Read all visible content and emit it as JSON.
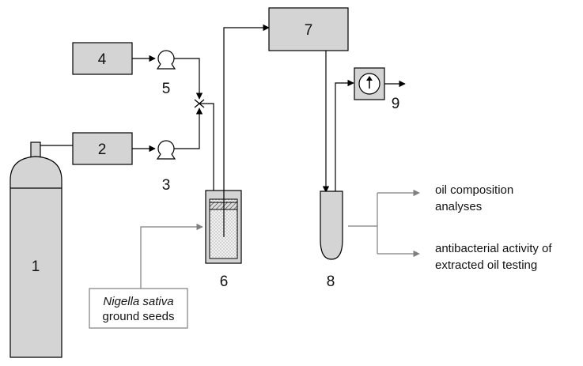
{
  "components": {
    "c1": "1",
    "c2": "2",
    "c3": "3",
    "c4": "4",
    "c5": "5",
    "c6": "6",
    "c7": "7",
    "c8": "8",
    "c9": "9"
  },
  "seeds_label": {
    "line1": "Nigella sativa",
    "line2": "ground seeds"
  },
  "outputs": {
    "analysis_line1": "oil composition",
    "analysis_line2": "analyses",
    "testing_line1": "antibacterial activity of",
    "testing_line2": "extracted oil testing"
  },
  "colors": {
    "box_fill": "#d4d4d4",
    "line": "#000000",
    "gray_line": "#7f7f7f"
  }
}
